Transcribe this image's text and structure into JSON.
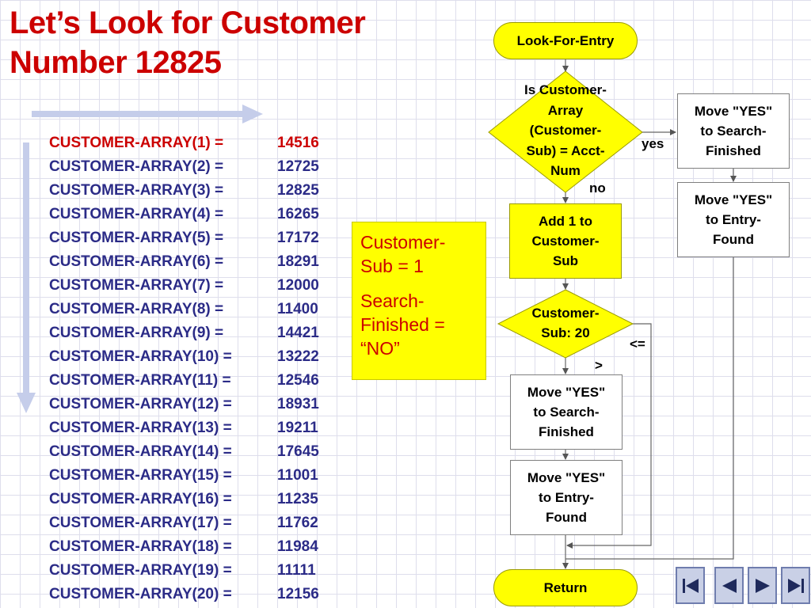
{
  "title": [
    "Let’s Look for Customer",
    "Number 12825"
  ],
  "array_rows": [
    {
      "label": "CUSTOMER-ARRAY(1) =",
      "value": "14516"
    },
    {
      "label": "CUSTOMER-ARRAY(2) =",
      "value": "12725"
    },
    {
      "label": "CUSTOMER-ARRAY(3) =",
      "value": "12825"
    },
    {
      "label": "CUSTOMER-ARRAY(4) =",
      "value": "16265"
    },
    {
      "label": "CUSTOMER-ARRAY(5) =",
      "value": "17172"
    },
    {
      "label": "CUSTOMER-ARRAY(6) =",
      "value": "18291"
    },
    {
      "label": "CUSTOMER-ARRAY(7) =",
      "value": "12000"
    },
    {
      "label": "CUSTOMER-ARRAY(8) =",
      "value": "11400"
    },
    {
      "label": "CUSTOMER-ARRAY(9) =",
      "value": "14421"
    },
    {
      "label": "CUSTOMER-ARRAY(10) =",
      "value": "13222"
    },
    {
      "label": "CUSTOMER-ARRAY(11) =",
      "value": "12546"
    },
    {
      "label": "CUSTOMER-ARRAY(12) =",
      "value": "18931"
    },
    {
      "label": "CUSTOMER-ARRAY(13) =",
      "value": "19211"
    },
    {
      "label": "CUSTOMER-ARRAY(14) =",
      "value": "17645"
    },
    {
      "label": "CUSTOMER-ARRAY(15) =",
      "value": "11001"
    },
    {
      "label": "CUSTOMER-ARRAY(16) =",
      "value": "11235"
    },
    {
      "label": "CUSTOMER-ARRAY(17) =",
      "value": "11762"
    },
    {
      "label": "CUSTOMER-ARRAY(18) =",
      "value": "11984"
    },
    {
      "label": "CUSTOMER-ARRAY(19) =",
      "value": "11111"
    },
    {
      "label": "CUSTOMER-ARRAY(20) =",
      "value": "12156"
    }
  ],
  "note": [
    "Customer-Sub = 1",
    "Search-Finished = “NO”"
  ],
  "flowchart": {
    "start": "Look-For-Entry",
    "decision_match": [
      "Is Customer-",
      "Array",
      "(Customer-",
      "Sub) = Acct-",
      "Num"
    ],
    "yes_label": "yes",
    "no_label": "no",
    "yes_found": [
      "Move \"YES\"",
      "to Search-",
      "Finished"
    ],
    "yes_entry": [
      "Move \"YES\"",
      "to Entry-",
      "Found"
    ],
    "add_one": [
      "Add 1 to",
      "Customer-",
      "Sub"
    ],
    "decision_limit": [
      "Customer-",
      "Sub: 20"
    ],
    "le_label": "<=",
    "gt_label": ">",
    "gt_search": [
      "Move \"YES\"",
      "to Search-",
      "Finished"
    ],
    "gt_entry": [
      "Move \"YES\"",
      "to Entry-",
      "Found"
    ],
    "end": "Return"
  },
  "colors": {
    "title": "#cc0000",
    "text": "#2b2b87",
    "highlight": "#ffff00",
    "arrow": "#c5cdea"
  },
  "nav_icons": [
    "first-slide-icon",
    "previous-slide-icon",
    "next-slide-icon",
    "last-slide-icon"
  ]
}
